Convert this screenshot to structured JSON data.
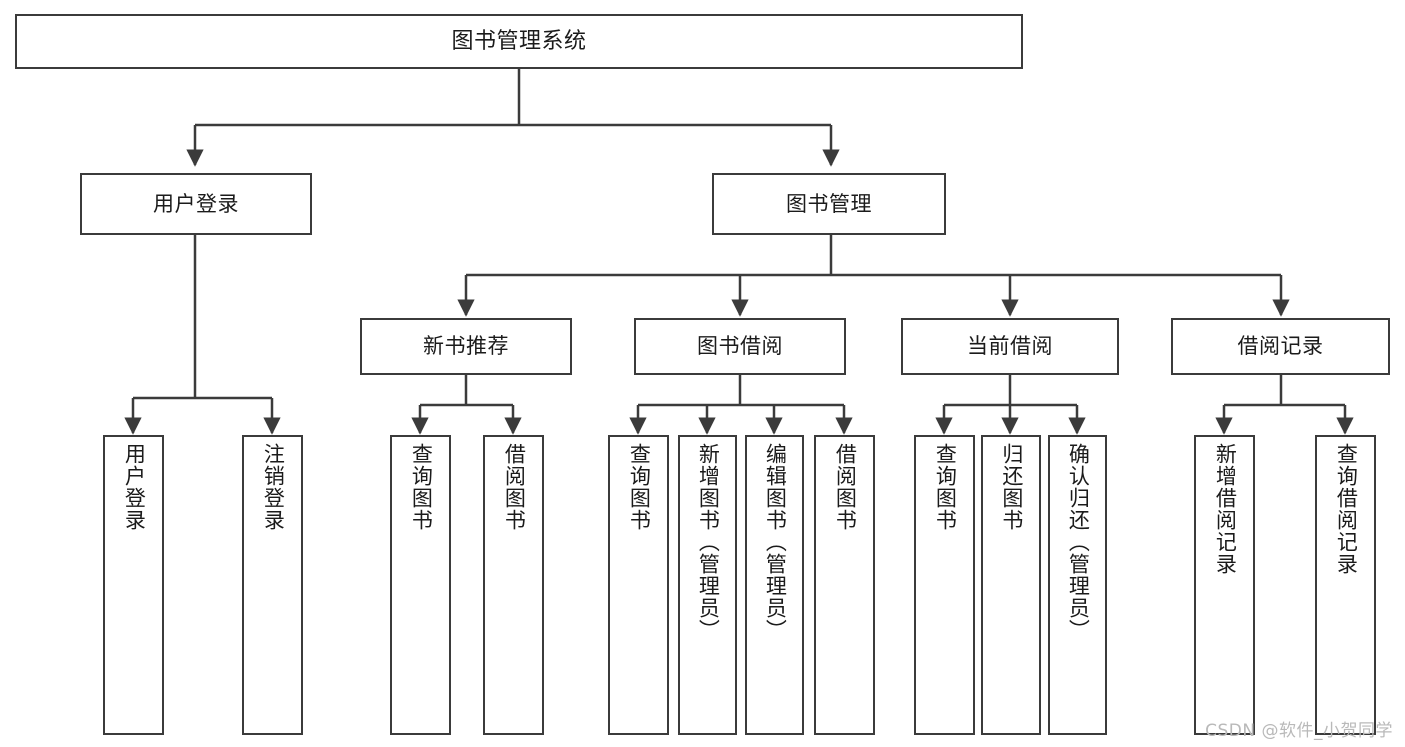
{
  "diagram": {
    "title": "图书管理系统",
    "type": "tree-hierarchy-diagram",
    "watermark": "CSDN @软件_小贺同学",
    "colors": {
      "background": "#ffffff",
      "box_border": "#3b3b3b",
      "box_fill": "#ffffff",
      "connector": "#3b3b3b",
      "text": "#1b1b1b",
      "watermark": "#b9b9b9"
    }
  },
  "nodes": {
    "root": {
      "label": "图书管理系统"
    },
    "level1": [
      {
        "label": "用户登录"
      },
      {
        "label": "图书管理"
      }
    ],
    "level2": [
      {
        "label": "新书推荐"
      },
      {
        "label": "图书借阅"
      },
      {
        "label": "当前借阅"
      },
      {
        "label": "借阅记录"
      }
    ],
    "leaves": {
      "user_login": [
        {
          "label": "用户登录"
        },
        {
          "label": "注销登录"
        }
      ],
      "new_book_recommend": [
        {
          "label": "查询图书"
        },
        {
          "label": "借阅图书"
        }
      ],
      "book_borrow": [
        {
          "label": "查询图书"
        },
        {
          "label": "新增图书（管理员）"
        },
        {
          "label": "编辑图书（管理员）"
        },
        {
          "label": "借阅图书"
        }
      ],
      "current_borrow": [
        {
          "label": "查询图书"
        },
        {
          "label": "归还图书"
        },
        {
          "label": "确认归还（管理员）"
        }
      ],
      "borrow_record": [
        {
          "label": "新增借阅记录"
        },
        {
          "label": "查询借阅记录"
        }
      ]
    }
  },
  "chart_data": {
    "type": "table",
    "title": "图书管理系统 功能结构树",
    "hierarchy": [
      {
        "name": "图书管理系统",
        "children": [
          {
            "name": "用户登录",
            "children": [
              {
                "name": "用户登录"
              },
              {
                "name": "注销登录"
              }
            ]
          },
          {
            "name": "图书管理",
            "children": [
              {
                "name": "新书推荐",
                "children": [
                  {
                    "name": "查询图书"
                  },
                  {
                    "name": "借阅图书"
                  }
                ]
              },
              {
                "name": "图书借阅",
                "children": [
                  {
                    "name": "查询图书"
                  },
                  {
                    "name": "新增图书（管理员）"
                  },
                  {
                    "name": "编辑图书（管理员）"
                  },
                  {
                    "name": "借阅图书"
                  }
                ]
              },
              {
                "name": "当前借阅",
                "children": [
                  {
                    "name": "查询图书"
                  },
                  {
                    "name": "归还图书"
                  },
                  {
                    "name": "确认归还（管理员）"
                  }
                ]
              },
              {
                "name": "借阅记录",
                "children": [
                  {
                    "name": "新增借阅记录"
                  },
                  {
                    "name": "查询借阅记录"
                  }
                ]
              }
            ]
          }
        ]
      }
    ]
  }
}
